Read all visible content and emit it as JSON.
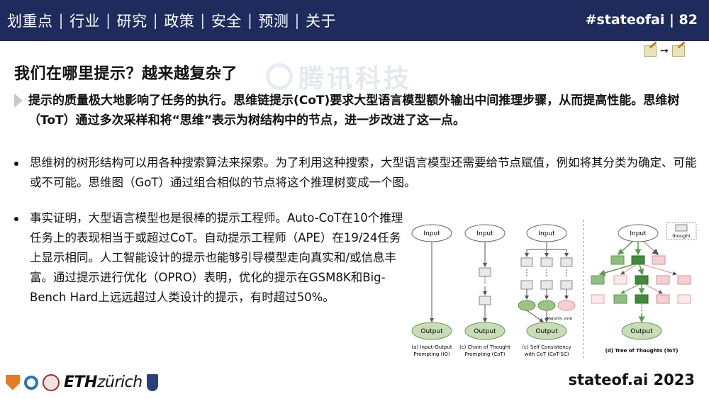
{
  "header": {
    "nav": [
      "划重点",
      "行业",
      "研究",
      "政策",
      "安全",
      "预测",
      "关于"
    ],
    "separator": "|",
    "right": "#stateofai | 82"
  },
  "title": "我们在哪里提示？越来越复杂了",
  "watermark": "腾讯科技",
  "nav_arrow": "→",
  "callout": "提示的质量极大地影响了任务的执行。思维链提示(CoT)要求大型语言模型额外输出中间推理步骤，从而提高性能。思维树（ToT）通过多次采样和将“思维”表示为树结构中的节点，进一步改进了这一点。",
  "bullets": [
    "思维树的树形结构可以用各种搜索算法来探索。为了利用这种搜索，大型语言模型还需要给节点赋值，例如将其分类为确定、可能或不可能。思维图（GoT）通过组合相似的节点将这个推理树变成一个图。",
    "事实证明，大型语言模型也是很棒的提示工程师。Auto-CoT在10个推理任务上的表现相当于或超过CoT。自动提示工程师（APE）在19/24任务上显示相同。人工智能设计的提示也能够引导模型走向真实和/或信息丰富。通过提示进行优化（OPRO）表明，优化的提示在GSM8K和Big-Bench Hard上远远超过人类设计的提示，有时超过50%。"
  ],
  "figure": {
    "input": "Input",
    "output": "Output",
    "legend": "thought",
    "majority_vote": "Majority vote",
    "captions": [
      [
        "(a) Input-Output",
        "Prompting (IO)"
      ],
      [
        "(c) Chain of Thought",
        "Prompting (CoT)"
      ],
      [
        "(c) Self Consistency",
        "with CoT (CoT-SC)"
      ],
      [
        "(d) Tree of Thoughts (ToT)"
      ]
    ],
    "colors": {
      "node_green": "#c8dcb5",
      "node_dark_green": "#3f8a3c",
      "node_mid_green": "#8fbf80",
      "node_pink": "#f6cfd1",
      "node_gray": "#e9e9e9",
      "arrow_green": "#5a9e4b"
    }
  },
  "footer": {
    "eth": "ETH",
    "eth_suffix": "zürich",
    "brand": "stateof.ai 2023"
  }
}
